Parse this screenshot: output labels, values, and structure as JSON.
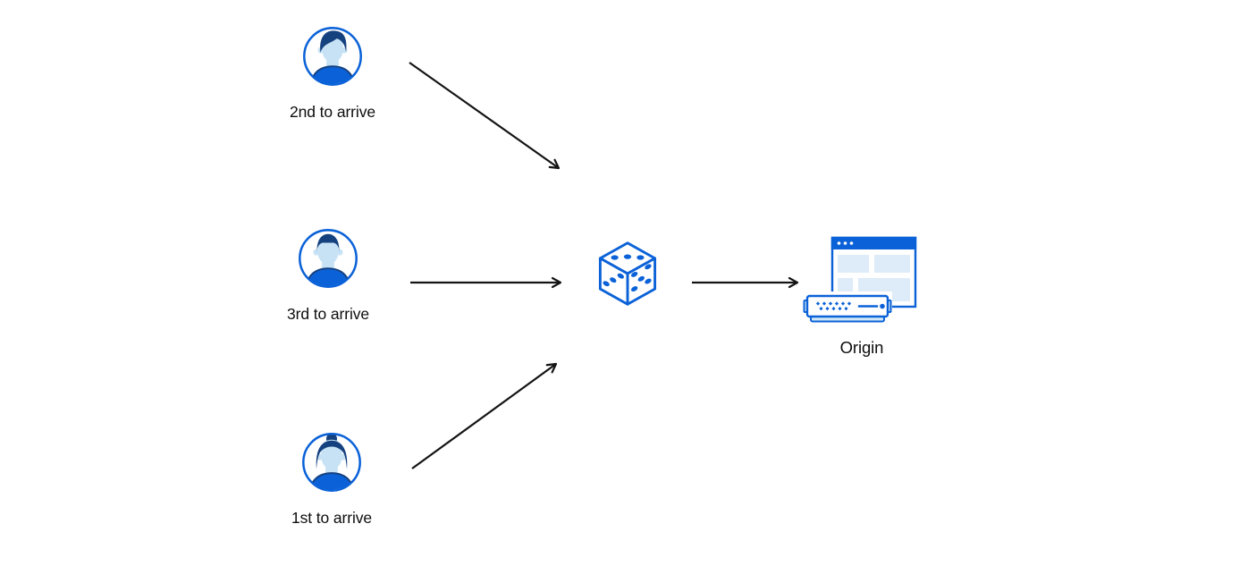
{
  "diagram": {
    "nodes": {
      "user_top": {
        "label": "2nd to arrive",
        "icon": "user-male-avatar-icon"
      },
      "user_middle": {
        "label": "3rd to arrive",
        "icon": "user-male-short-hair-avatar-icon"
      },
      "user_bottom": {
        "label": "1st to arrive",
        "icon": "user-female-avatar-icon"
      },
      "randomizer": {
        "icon": "dice-icon"
      },
      "origin": {
        "label": "Origin",
        "icon": "origin-server-icon"
      }
    },
    "edges": [
      {
        "from": "user_top",
        "to": "randomizer"
      },
      {
        "from": "user_middle",
        "to": "randomizer"
      },
      {
        "from": "user_bottom",
        "to": "randomizer"
      },
      {
        "from": "randomizer",
        "to": "origin"
      }
    ],
    "colors": {
      "primary_blue": "#0b62d8",
      "navy": "#16417f",
      "face_light_blue": "#c6e2f4",
      "panel_light_blue": "#ddecf8",
      "server_base_light_blue": "#cfe7f7",
      "arrow_black": "#141414",
      "text_black": "#0d0d0d",
      "background": "#ffffff"
    }
  }
}
